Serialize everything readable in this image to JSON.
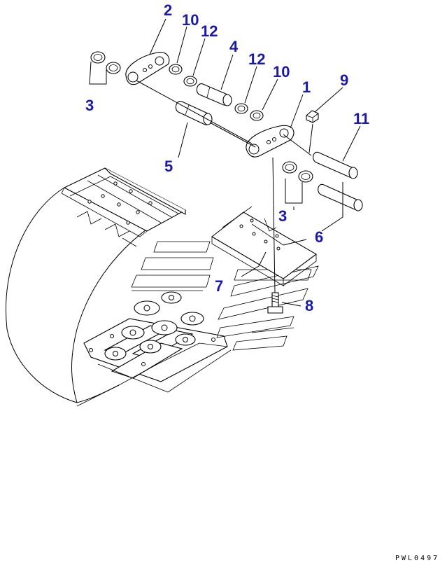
{
  "callouts": {
    "c1": "1",
    "c2": "2",
    "c3a": "3",
    "c3b": "3",
    "c4": "4",
    "c5": "5",
    "c6": "6",
    "c7": "7",
    "c8": "8",
    "c9": "9",
    "c10a": "10",
    "c10b": "10",
    "c11": "11",
    "c12a": "12",
    "c12b": "12"
  },
  "drawing_code": "PWL0497",
  "colors": {
    "callout": "#1a1aa8",
    "line": "#000000",
    "background": "#ffffff"
  }
}
